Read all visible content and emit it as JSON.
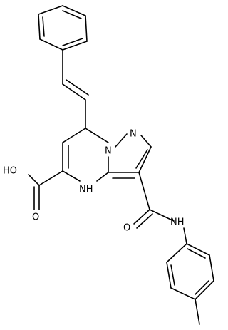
{
  "atom_labels": {
    "n_pyrazole": "N",
    "n_bridgehead": "N",
    "nh_ring": "NH",
    "oh_acid": "HO",
    "o_acid": "O",
    "nh_amide": "NH",
    "o_amide": "O"
  },
  "colors": {
    "bond": "#000000",
    "label": "#000000",
    "background": "#ffffff"
  }
}
